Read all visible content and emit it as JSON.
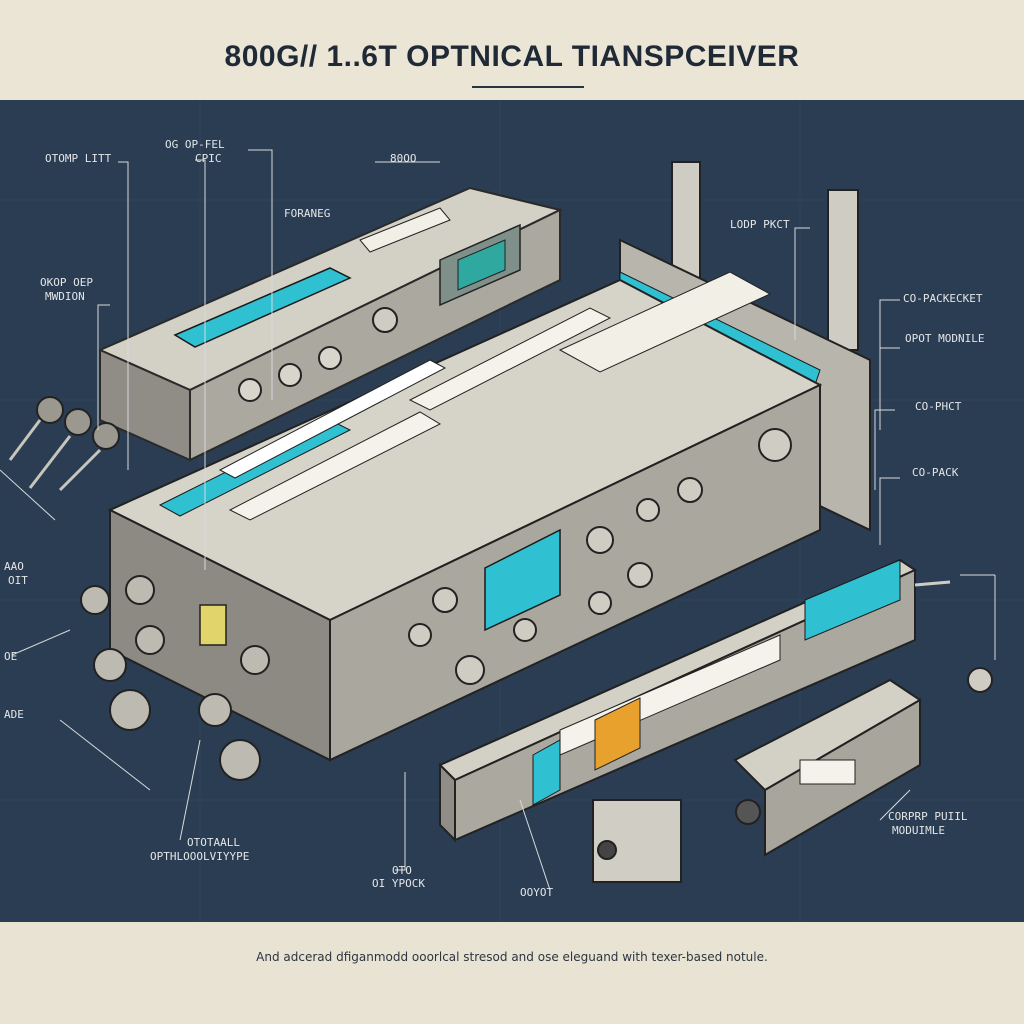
{
  "header": {
    "title": "800G// 1..6T OPTNICAL TIANSPCEIVER"
  },
  "labels": {
    "top_left_1": "OTOMP LITT",
    "top_left_2a": "OG OP-FEL",
    "top_left_2b": "CPIC",
    "top_left_3": "FORANEG",
    "top_center": "80OO",
    "left_1a": "OKOP OEP",
    "left_1b": "MWDION",
    "right_top": "LODP PKCT",
    "right_1": "CO-PACKECKET",
    "right_2": "OPOT MODNILE",
    "right_3": "CO-PHCT",
    "right_4": "CO-PACK",
    "far_left_1a": "AAO",
    "far_left_1b": "OIT",
    "far_left_2": "OE",
    "far_left_3": "ADE",
    "bottom_1a": "OTOTAALL",
    "bottom_1b": "OPTHLOOOLVIYYPE",
    "bottom_2a": "OTO",
    "bottom_2b": "OI YPOCK",
    "bottom_3": "OOYOT",
    "bottom_right_a": "CORPRP PUIIL",
    "bottom_right_b": "MODUIMLE"
  },
  "caption": "And adcerad dfiganmodd ooorlcal stresod and ose eleguand with texer-based notule.",
  "colors": {
    "panel": "#2b3d52",
    "accent": "#29b8cc",
    "metal": "#b9b8b0",
    "header_bg": "#ebe5d6"
  }
}
